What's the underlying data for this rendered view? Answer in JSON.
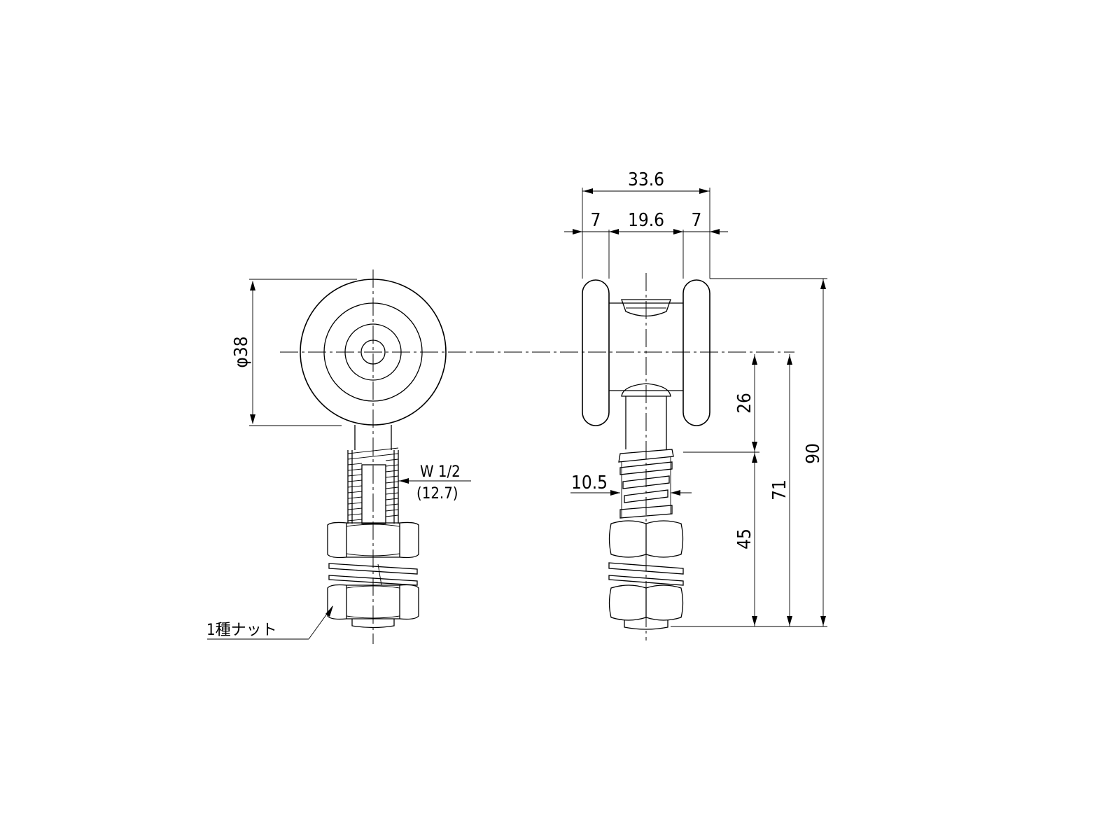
{
  "front_view": {
    "diameter_label": "φ38",
    "thread_label": "W 1/2",
    "thread_sub_label": "(12.7)",
    "nut_label": "1種ナット"
  },
  "side_view": {
    "overall_width_label": "33.6",
    "flange_left_label": "7",
    "groove_width_label": "19.6",
    "flange_right_label": "7",
    "spring_label": "10.5",
    "dim_26_label": "26",
    "dim_45_label": "45",
    "dim_71_label": "71",
    "dim_90_label": "90"
  }
}
